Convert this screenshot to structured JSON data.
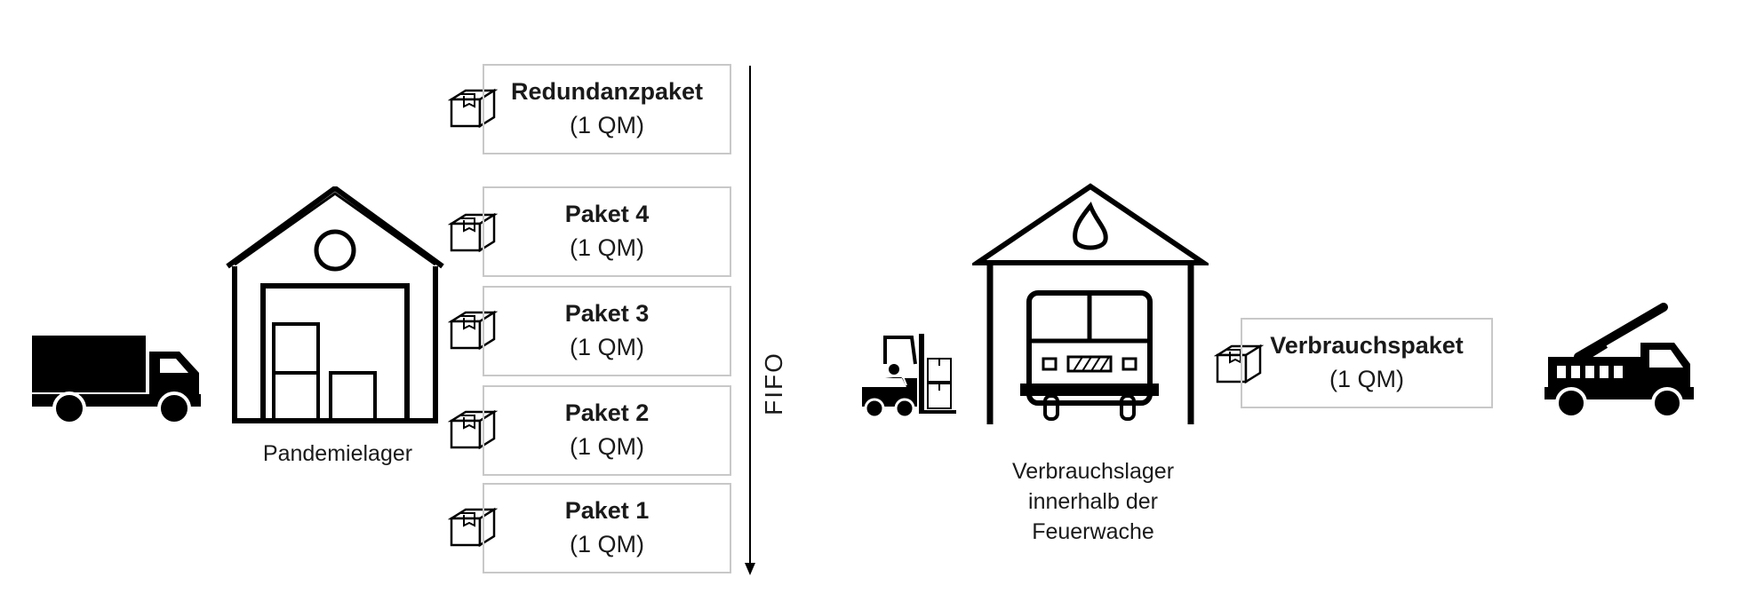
{
  "pandemic_warehouse": {
    "label": "Pandemielager"
  },
  "packages": [
    {
      "name": "Redundanzpaket",
      "qty": "(1 QM)"
    },
    {
      "name": "Paket 4",
      "qty": "(1 QM)"
    },
    {
      "name": "Paket 3",
      "qty": "(1 QM)"
    },
    {
      "name": "Paket 2",
      "qty": "(1 QM)"
    },
    {
      "name": "Paket 1",
      "qty": "(1 QM)"
    }
  ],
  "fifo": {
    "label": "FIFO"
  },
  "fire_station": {
    "label_lines": [
      "Verbrauchslager",
      "innerhalb der",
      "Feuerwache"
    ]
  },
  "consumption_package": {
    "name": "Verbrauchspaket",
    "qty": "(1 QM)"
  },
  "icons": [
    "truck-icon",
    "warehouse-icon",
    "box-icon",
    "forklift-icon",
    "fire-station-icon",
    "fire-truck-icon",
    "arrow-down-icon"
  ],
  "colors": {
    "icon": "#000000",
    "box_border": "#c8c8c8",
    "text": "#1a1a1a"
  }
}
